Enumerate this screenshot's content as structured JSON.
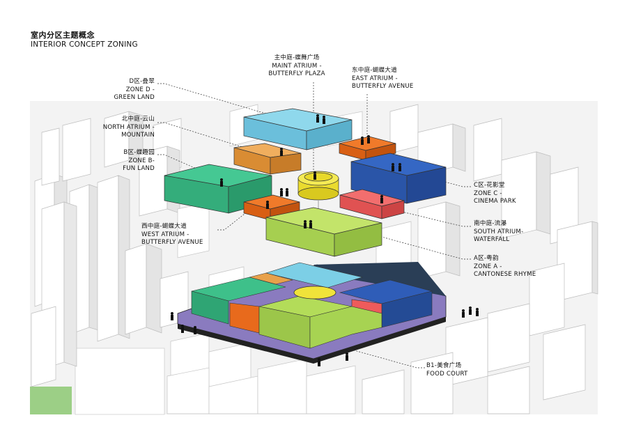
{
  "title": {
    "cn": "室内分区主题概念",
    "en": "INTERIOR CONCEPT ZONING"
  },
  "labels": [
    {
      "id": "main-atrium",
      "lines": [
        "主中庭-蝶舞广场",
        "MAINT ATRIUM -",
        "BUTTERFLY PLAZA"
      ]
    },
    {
      "id": "east-atrium",
      "lines": [
        "东中庭-蝴蝶大道",
        "EAST ATRIUM -",
        "BUTTERFLY AVENUE"
      ]
    },
    {
      "id": "zone-d",
      "lines": [
        "D区-叠翠",
        "ZONE D -",
        "GREEN LAND"
      ]
    },
    {
      "id": "north-atrium",
      "lines": [
        "北中庭-云山",
        "NORTH ATRIUM -",
        "MOUNTAIN"
      ]
    },
    {
      "id": "zone-b",
      "lines": [
        "B区-蝶趣园",
        "ZONE B-",
        "FUN LAND"
      ]
    },
    {
      "id": "zone-c",
      "lines": [
        "C区-花影堂",
        "ZONE C -",
        "CINEMA PARK"
      ]
    },
    {
      "id": "south-atrium",
      "lines": [
        "南中庭-流瀑",
        "SOUTH ATRIUM-",
        "WATERFALL"
      ]
    },
    {
      "id": "west-atrium",
      "lines": [
        "西中庭-蝴蝶大道",
        "WEST ATRIUM -",
        "BUTTERFLY AVENUE"
      ]
    },
    {
      "id": "zone-a",
      "lines": [
        "A区-粤韵",
        "ZONE A -",
        "CANTONESE RHYME"
      ]
    },
    {
      "id": "b1",
      "lines": [
        "B1-美食广场",
        "FOOD COURT"
      ]
    }
  ],
  "colors": {
    "zone_a": "#b3dc59",
    "zone_b": "#3ec08a",
    "zone_c": "#2f5db8",
    "zone_d": "#7ccfe6",
    "orange": "#e86a1c",
    "tan": "#e8a14b",
    "red": "#ee5b5b",
    "yellow": "#f0e33a",
    "b1": "#8a7bbf"
  }
}
